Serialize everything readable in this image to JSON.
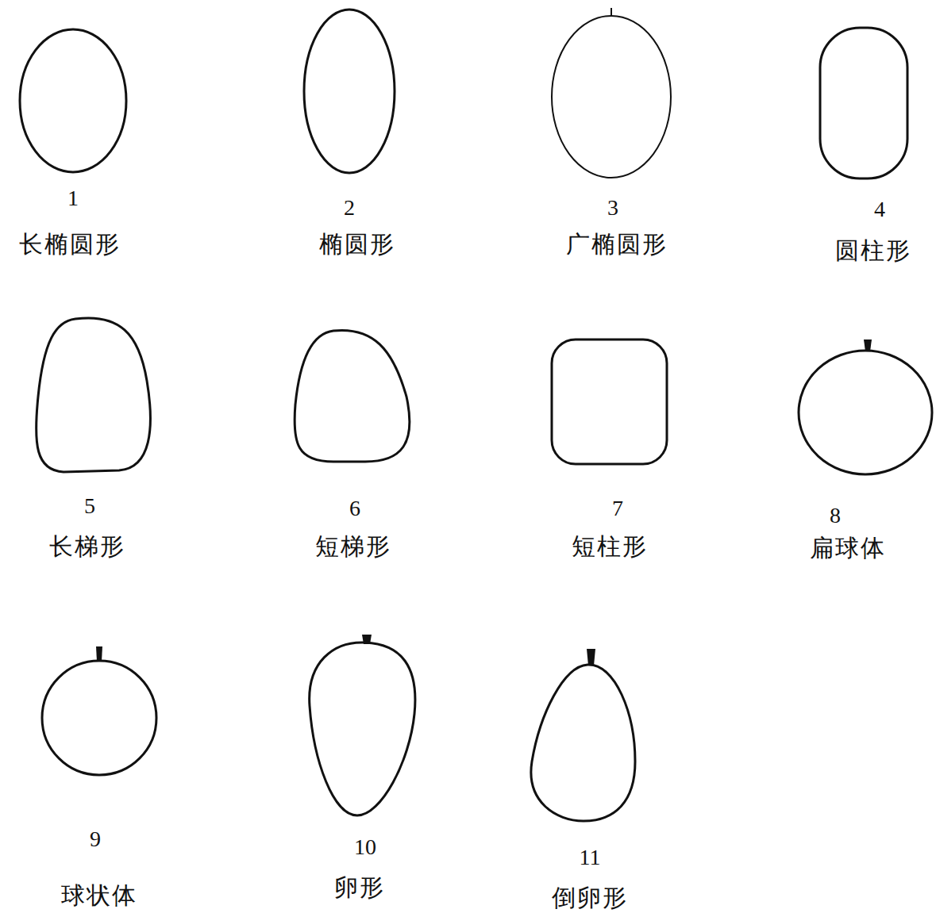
{
  "diagram": {
    "labels": [
      "1",
      "长椭圆形",
      "2",
      "椭圆形",
      "3",
      "广椭圆形",
      "4",
      "圆柱形",
      "5",
      "长梯形",
      "6",
      "短梯形",
      "7",
      "短柱形",
      "8",
      "扁球体",
      "9",
      "球状体",
      "10",
      "卵形",
      "11",
      "倒卵形"
    ]
  }
}
